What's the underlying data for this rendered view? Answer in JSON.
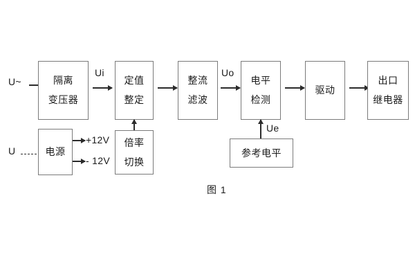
{
  "figure": {
    "caption": "图 1"
  },
  "blocks": {
    "isolation_transformer": {
      "line1": "隔离",
      "line2": "变压器"
    },
    "setting_value": {
      "line1": "定值",
      "line2": "整定"
    },
    "rectify_filter": {
      "line1": "整流",
      "line2": "滤波"
    },
    "level_detect": {
      "line1": "电平",
      "line2": "检测"
    },
    "drive": {
      "line1": "驱动"
    },
    "output_relay": {
      "line1": "出口",
      "line2": "继电器"
    },
    "power_supply": {
      "line1": "电源"
    },
    "multiplier_switch": {
      "line1": "倍率",
      "line2": "切换"
    },
    "reference_level": {
      "line1": "参考电平"
    }
  },
  "signals": {
    "ac_input": "U~",
    "dc_input": "U",
    "ui": "Ui",
    "uo": "Uo",
    "ue": "Ue",
    "rail_positive": "+12V",
    "rail_negative": "- 12V"
  },
  "colors": {
    "box_border": "#7a7a7a",
    "arrow": "#2b2b2b",
    "text": "#1b1b1b",
    "background": "#ffffff"
  }
}
